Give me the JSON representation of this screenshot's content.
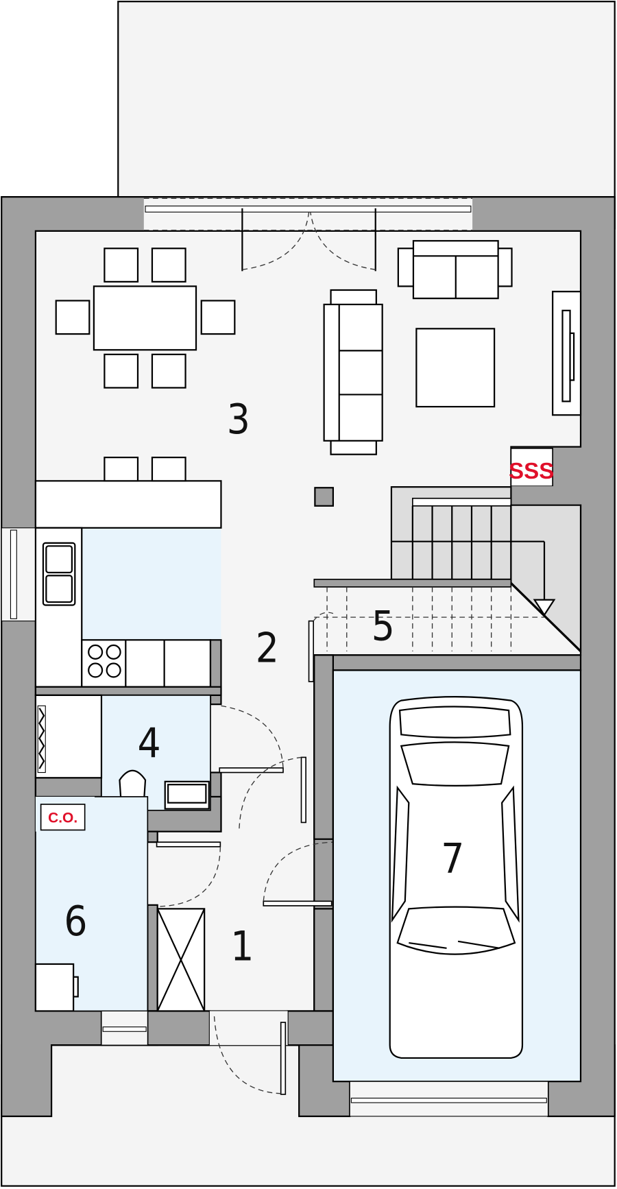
{
  "plan": {
    "rooms": [
      {
        "number": "1"
      },
      {
        "number": "2"
      },
      {
        "number": "3"
      },
      {
        "number": "4"
      },
      {
        "number": "5"
      },
      {
        "number": "6"
      },
      {
        "number": "7"
      }
    ],
    "symbols": {
      "fireplace": "SSS",
      "boiler": "C.O."
    },
    "colors": {
      "wall": "#a0a0a0",
      "floor": "#f5f5f5",
      "wet_room": "#e8f4fc",
      "stair": "#dddddd",
      "symbol_red": "#e0102a"
    }
  }
}
